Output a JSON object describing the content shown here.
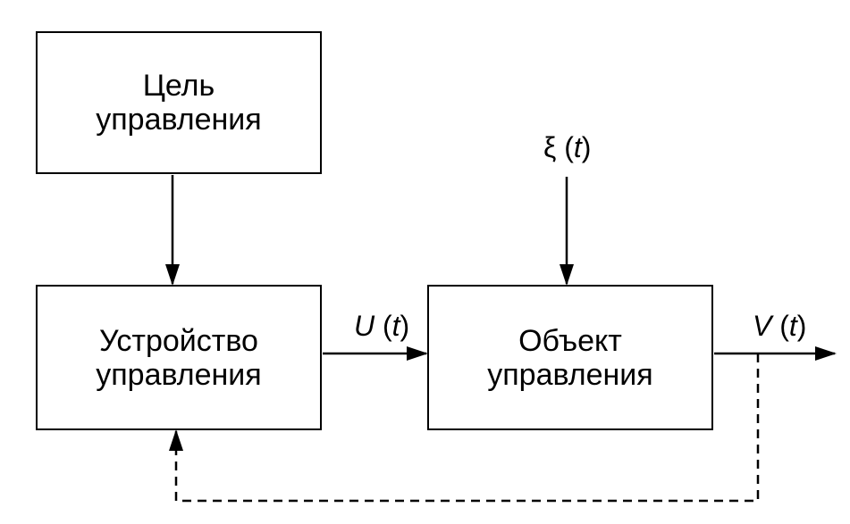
{
  "blocks": {
    "goal": "Цель\nуправления",
    "controller": "Устройство\nуправления",
    "object": "Объект\nуправления"
  },
  "signals": {
    "disturbance": {
      "symbol": "ξ",
      "arg": "t"
    },
    "control": {
      "symbol": "U",
      "arg": "t"
    },
    "output": {
      "symbol": "V",
      "arg": "t"
    }
  },
  "colors": {
    "line": "#000000",
    "background": "#ffffff"
  }
}
